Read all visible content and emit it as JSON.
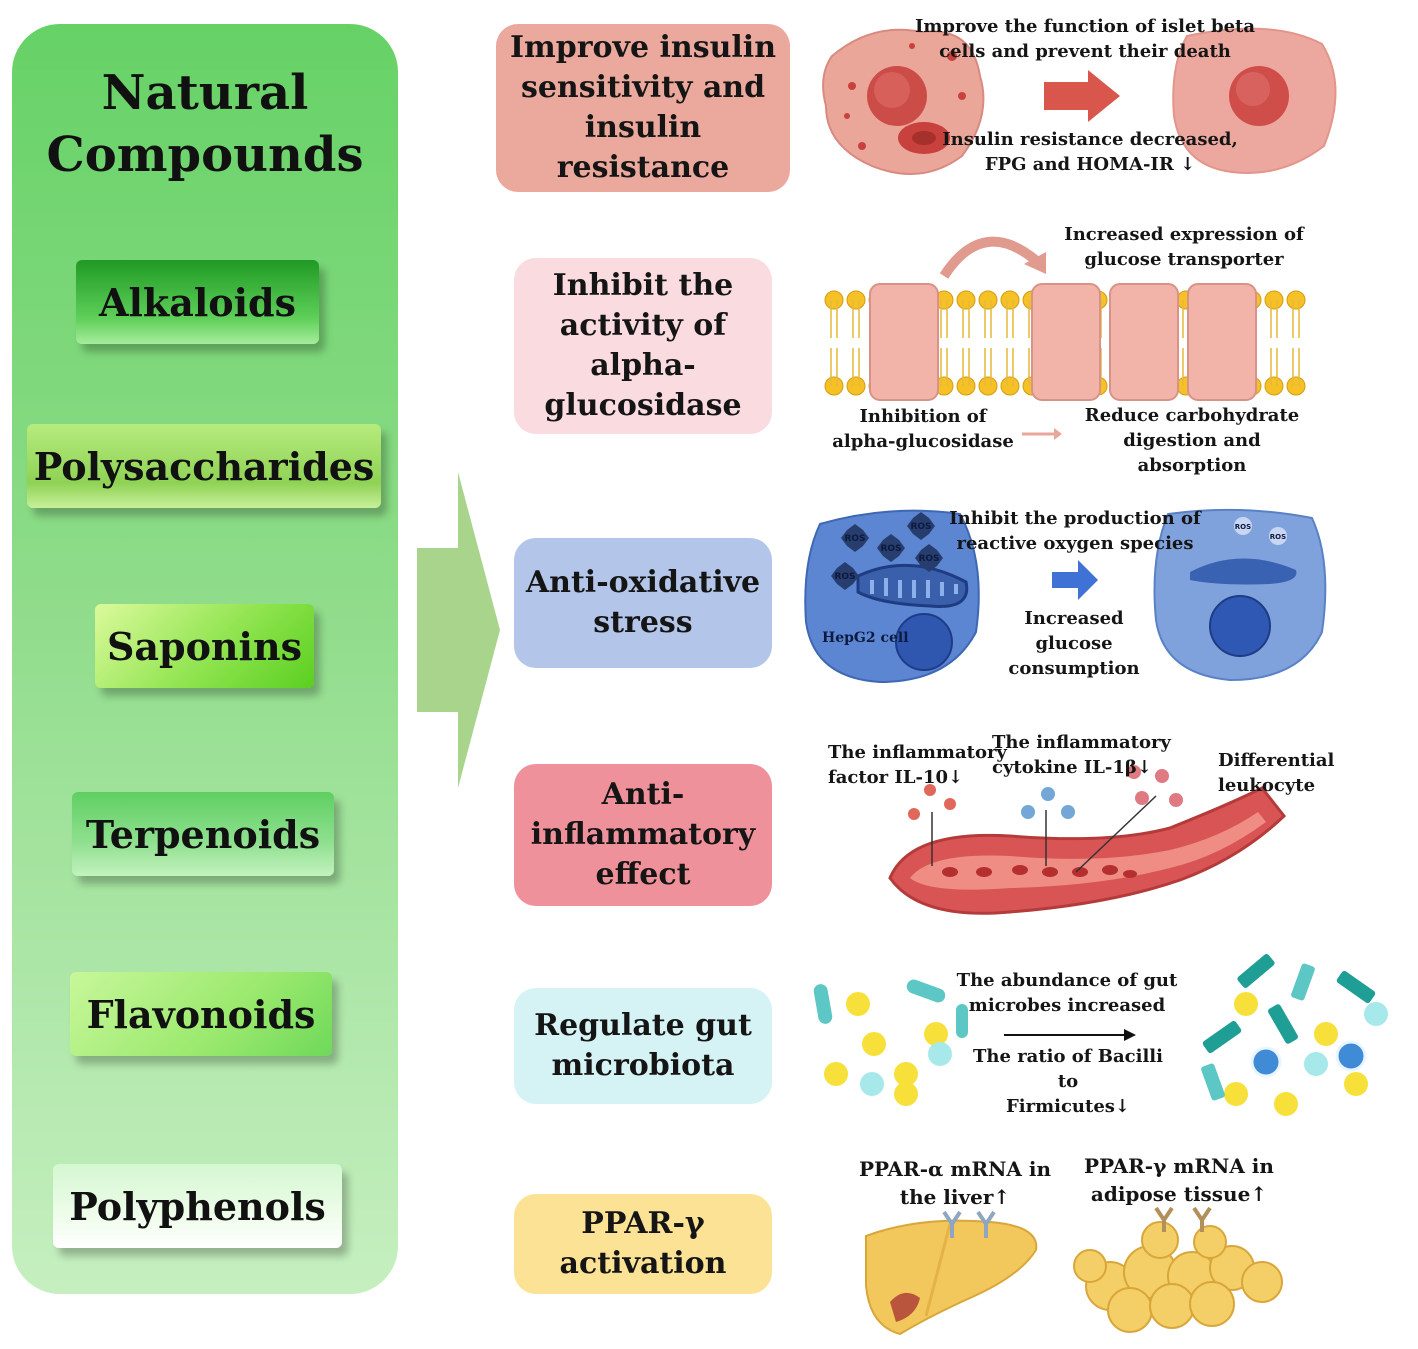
{
  "panel": {
    "title": "Natural\nCompounds",
    "compounds": [
      "Alkaloids",
      "Polysaccharides",
      "Saponins",
      "Terpenoids",
      "Flavonoids",
      "Polyphenols"
    ]
  },
  "mechanisms": [
    {
      "label": "Improve insulin\nsensitivity and\ninsulin resistance",
      "color": "#eba89c"
    },
    {
      "label": "Inhibit the\nactivity of\nalpha-\nglucosidase",
      "color": "#f9dbe0"
    },
    {
      "label": "Anti-oxidative\nstress",
      "color": "#b3c6ea"
    },
    {
      "label": "Anti-\ninflammatory\neffect",
      "color": "#ee919a"
    },
    {
      "label": "Regulate gut\nmicrobiota",
      "color": "#d5f3f4"
    },
    {
      "label": "PPAR-γ\nactivation",
      "color": "#fbe294"
    }
  ],
  "annotations": {
    "insulin_top": "Improve the function of islet beta\ncells and prevent their death",
    "insulin_bottom": "Insulin resistance decreased,\nFPG and HOMA-IR ↓",
    "glucose_transporter": "Increased expression of\nglucose transporter",
    "inhibition": "Inhibition of\nalpha-glucosidase",
    "carbohydrate": "Reduce carbohydrate\ndigestion and absorption",
    "ros_inhibit": "Inhibit the production of\nreactive oxygen species",
    "glucose_consumption": "Increased glucose\nconsumption",
    "hepg2": "HepG2 cell",
    "ros_label": "ROS",
    "il10": "The inflammatory\nfactor IL-10↓",
    "il1b": "The inflammatory\ncytokine IL-1β↓",
    "leukocyte": "Differential\nleukocyte",
    "gut_abundance": "The abundance of gut\nmicrobes increased",
    "bacilli": "The ratio of Bacilli to\nFirmicutes↓",
    "ppar_alpha": "PPAR-α mRNA in\nthe liver↑",
    "ppar_gamma": "PPAR-γ mRNA in\nadipose tissue↑"
  }
}
